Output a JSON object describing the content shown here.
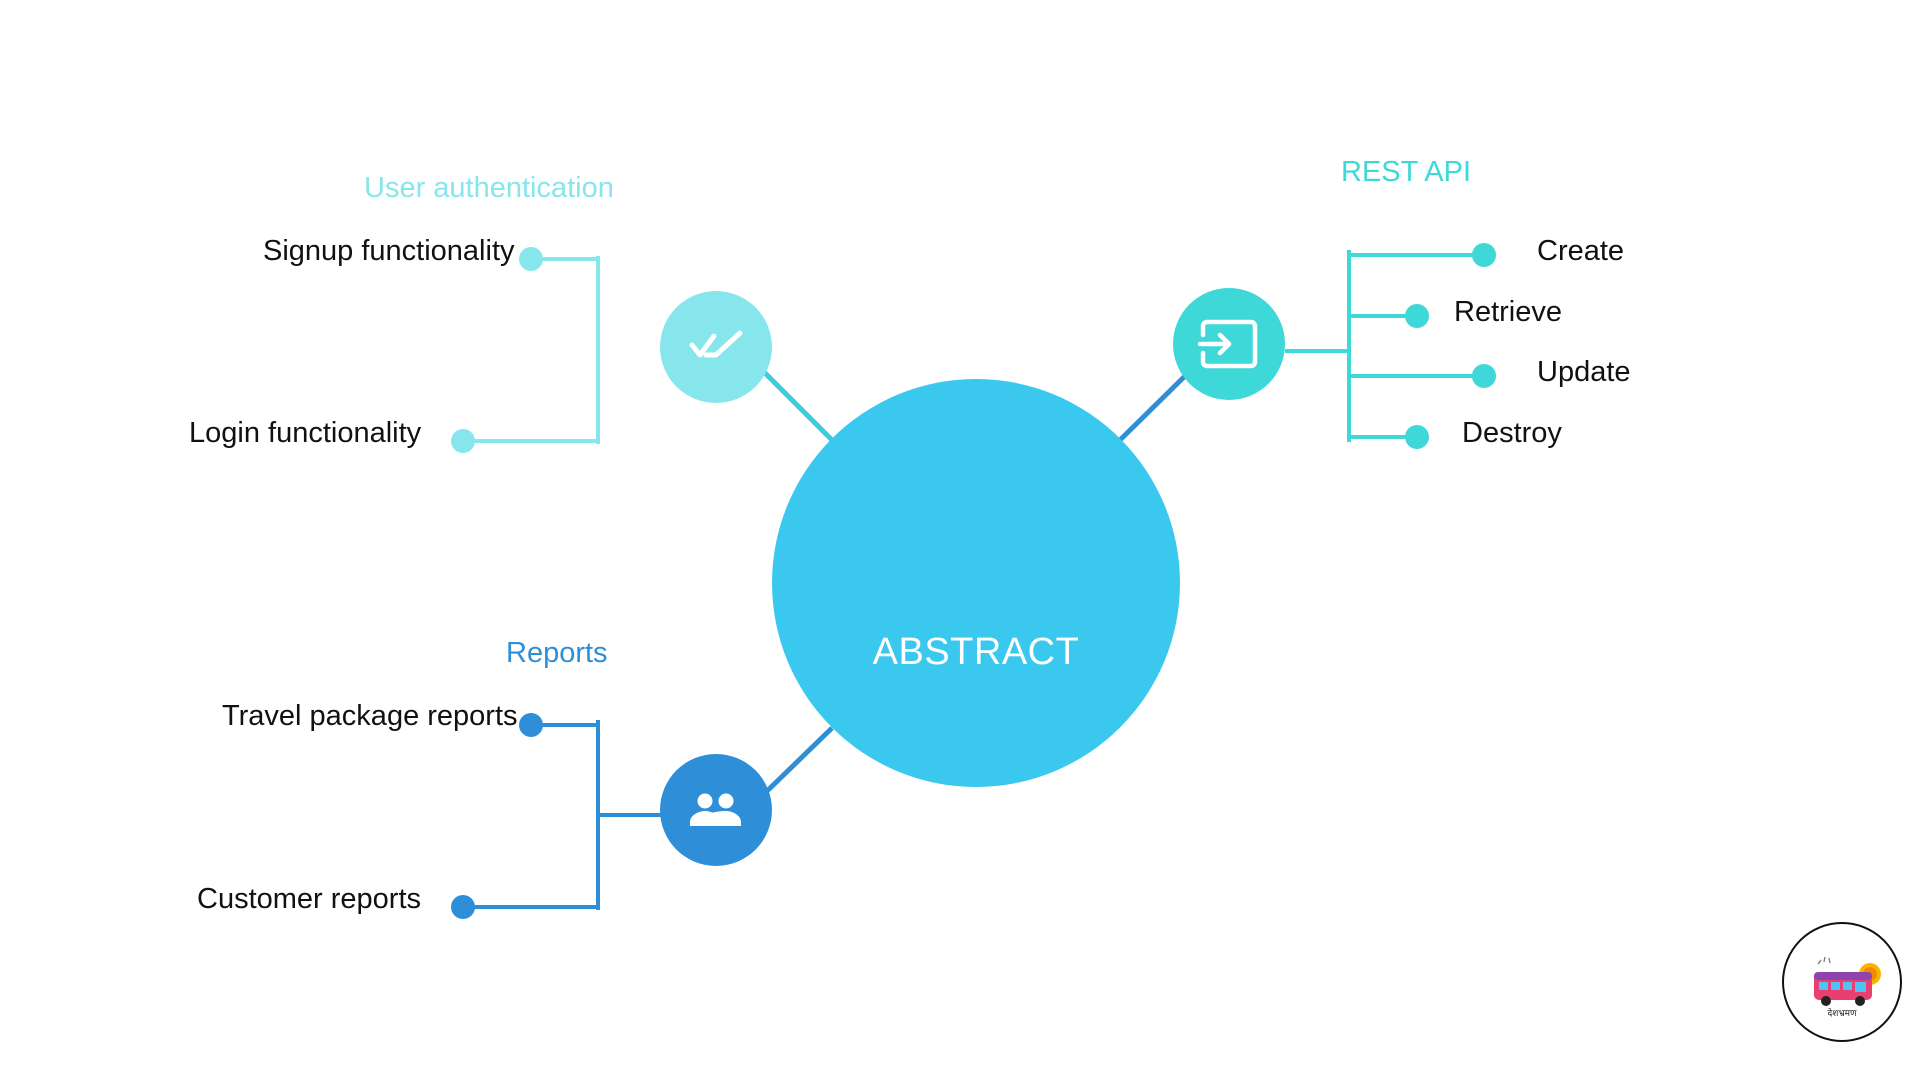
{
  "center": {
    "label": "ABSTRACT",
    "color": "#3BC8EF"
  },
  "branches": {
    "auth": {
      "title": "User authentication",
      "color": "#86E6EC",
      "icon": "double-check-icon",
      "items": [
        "Signup functionality",
        "Login functionality"
      ]
    },
    "rest": {
      "title": "REST API",
      "color": "#3ED8D8",
      "icon": "input-exit-icon",
      "items": [
        "Create",
        "Retrieve",
        "Update",
        "Destroy"
      ]
    },
    "reports": {
      "title": "Reports",
      "color": "#2E8FD8",
      "icon": "people-icon",
      "items": [
        "Travel package reports",
        "Customer reports"
      ]
    }
  },
  "logo": {
    "icon": "bus-logo-icon",
    "caption": "देशभ्रमण"
  }
}
